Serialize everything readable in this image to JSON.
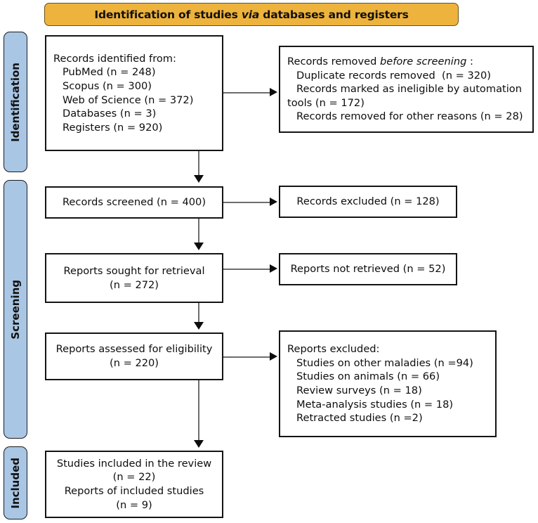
{
  "banner": {
    "text_before": "Identification of studies ",
    "text_italic": "via",
    "text_after": " databases and registers",
    "color": "#eeb33c"
  },
  "stages": [
    {
      "key": "identification",
      "label": "Identification",
      "color": "#a9c6e4"
    },
    {
      "key": "screening",
      "label": "Screening",
      "color": "#a9c6e4"
    },
    {
      "key": "included",
      "label": "Included",
      "color": "#a9c6e4"
    }
  ],
  "boxes": {
    "identified": {
      "name": "records-identified",
      "lines": [
        "Records identified from:",
        "PubMed (n = 248)",
        "Scopus (n = 300)",
        "Web of Science (n = 372)",
        "Databases (n = 3)",
        "Registers (n = 920)"
      ]
    },
    "removed": {
      "name": "records-removed-before-screening",
      "lines": [
        "Records removed before screening :",
        "Duplicate records removed  (n = 320)",
        "Records marked as ineligible by automation",
        "tools (n = 172)",
        "Records removed for other reasons (n = 28)"
      ]
    },
    "screened": {
      "name": "records-screened",
      "lines": [
        "Records screened (n = 400)"
      ]
    },
    "excluded": {
      "name": "records-excluded",
      "lines": [
        "Records excluded (n = 128)"
      ]
    },
    "sought": {
      "name": "reports-sought-for-retrieval",
      "lines": [
        "Reports sought for retrieval",
        "(n = 272)"
      ]
    },
    "notretrieved": {
      "name": "reports-not-retrieved",
      "lines": [
        "Reports not retrieved (n = 52)"
      ]
    },
    "assessed": {
      "name": "reports-assessed-for-eligibility",
      "lines": [
        "Reports assessed for eligibility",
        "(n = 220)"
      ]
    },
    "reportsexcluded": {
      "name": "reports-excluded",
      "lines": [
        "Reports excluded:",
        "Studies on other maladies (n =94)",
        "Studies on animals (n = 66)",
        "Review surveys (n = 18)",
        "Meta-analysis studies (n = 18)",
        "Retracted studies (n =2)"
      ]
    },
    "included": {
      "name": "studies-included-in-review",
      "lines": [
        "Studies included in the review",
        "(n = 22)",
        "Reports of included studies",
        "(n = 9)"
      ]
    }
  },
  "chart_data": {
    "type": "table",
    "title": "Identification of studies via databases and registers",
    "stages": [
      "Identification",
      "Screening",
      "Included"
    ],
    "nodes": [
      {
        "id": "identified",
        "stage": "Identification",
        "label": "Records identified from",
        "items": [
          {
            "source": "PubMed",
            "n": 248
          },
          {
            "source": "Scopus",
            "n": 300
          },
          {
            "source": "Web of Science",
            "n": 372
          },
          {
            "source": "Databases",
            "n": 3
          },
          {
            "source": "Registers",
            "n": 920
          }
        ]
      },
      {
        "id": "removed",
        "stage": "Identification",
        "label": "Records removed before screening",
        "items": [
          {
            "source": "Duplicate records removed",
            "n": 320
          },
          {
            "source": "Records marked as ineligible by automation tools",
            "n": 172
          },
          {
            "source": "Records removed for other reasons",
            "n": 28
          }
        ]
      },
      {
        "id": "screened",
        "stage": "Screening",
        "label": "Records screened",
        "n": 400
      },
      {
        "id": "excluded",
        "stage": "Screening",
        "label": "Records excluded",
        "n": 128
      },
      {
        "id": "sought",
        "stage": "Screening",
        "label": "Reports sought for retrieval",
        "n": 272
      },
      {
        "id": "notretrieved",
        "stage": "Screening",
        "label": "Reports not retrieved",
        "n": 52
      },
      {
        "id": "assessed",
        "stage": "Screening",
        "label": "Reports assessed for eligibility",
        "n": 220
      },
      {
        "id": "reportsexcluded",
        "stage": "Screening",
        "label": "Reports excluded",
        "items": [
          {
            "source": "Studies on other maladies",
            "n": 94
          },
          {
            "source": "Studies on animals",
            "n": 66
          },
          {
            "source": "Review surveys",
            "n": 18
          },
          {
            "source": "Meta-analysis studies",
            "n": 18
          },
          {
            "source": "Retracted studies",
            "n": 2
          }
        ]
      },
      {
        "id": "included",
        "stage": "Included",
        "label": "Studies included in the review",
        "n": 22
      },
      {
        "id": "included_reports",
        "stage": "Included",
        "label": "Reports of included studies",
        "n": 9
      }
    ],
    "edges": [
      {
        "from": "identified",
        "to": "removed"
      },
      {
        "from": "identified",
        "to": "screened"
      },
      {
        "from": "screened",
        "to": "excluded"
      },
      {
        "from": "screened",
        "to": "sought"
      },
      {
        "from": "sought",
        "to": "notretrieved"
      },
      {
        "from": "sought",
        "to": "assessed"
      },
      {
        "from": "assessed",
        "to": "reportsexcluded"
      },
      {
        "from": "assessed",
        "to": "included"
      }
    ]
  }
}
